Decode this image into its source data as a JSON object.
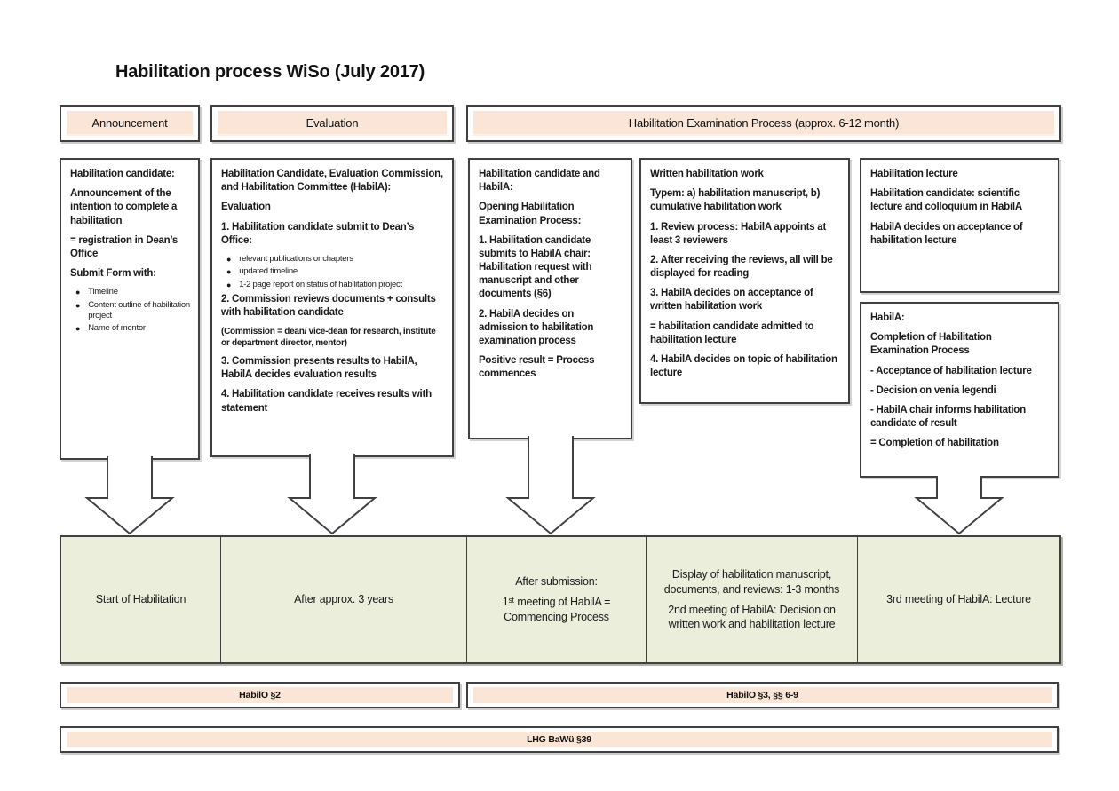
{
  "title": "Habilitation process WiSo (July 2017)",
  "colors": {
    "peach_fill": "#fbe5d6",
    "green_fill": "#eaeeda",
    "border": "#404040",
    "background": "#ffffff"
  },
  "phases": [
    {
      "label": "Announcement"
    },
    {
      "label": "Evaluation"
    },
    {
      "label": "Habilitation Examination Process (approx. 6-12 month)"
    }
  ],
  "boxes": {
    "announcement": {
      "blocks": [
        {
          "t": "b",
          "x": "Habilitation candidate:"
        },
        {
          "t": "b",
          "x": "Announcement of the intention to complete a habilitation"
        },
        {
          "t": "b",
          "x": "= registration in Dean’s Office"
        },
        {
          "t": "b",
          "x": "Submit Form with:"
        },
        {
          "t": "bullet",
          "x": "Timeline"
        },
        {
          "t": "bullet",
          "x": "Content outline of habilitation project"
        },
        {
          "t": "bullet",
          "x": "Name of mentor"
        }
      ]
    },
    "evaluation": {
      "blocks": [
        {
          "t": "b",
          "x": "Habilitation Candidate, Evaluation Commission, and Habilitation Committee (HabilA):"
        },
        {
          "t": "b",
          "x": "Evaluation"
        },
        {
          "t": "b",
          "x": "1. Habilitation candidate submit to Dean’s Office:"
        },
        {
          "t": "bullet",
          "x": "relevant publications or chapters"
        },
        {
          "t": "bullet",
          "x": "updated timeline"
        },
        {
          "t": "bullet",
          "x": "1-2 page report on status of habilitation project"
        },
        {
          "t": "b",
          "x": "2. Commission reviews documents + consults with habilitation candidate"
        },
        {
          "t": "paren",
          "x": "(Commission = dean/ vice-dean for research, institute or department director, mentor)"
        },
        {
          "t": "b",
          "x": "3. Commission presents results to HabilA, HabilA decides evaluation results"
        },
        {
          "t": "b",
          "x": "4. Habilitation candidate receives results with statement"
        }
      ]
    },
    "opening": {
      "blocks": [
        {
          "t": "b",
          "x": "Habilitation candidate and HabilA:"
        },
        {
          "t": "b",
          "x": "Opening Habilitation Examination Process:"
        },
        {
          "t": "b",
          "x": "1. Habilitation candidate submits to HabilA chair: Habilitation request with manuscript and other documents (§6)"
        },
        {
          "t": "b",
          "x": "2. HabilA decides on admission to habilitation examination process"
        },
        {
          "t": "b",
          "x": "Positive result = Process commences"
        }
      ]
    },
    "written_work": {
      "blocks": [
        {
          "t": "b",
          "x": "Written habilitation work"
        },
        {
          "t": "b",
          "x": "Typem: a) habilitation manuscript, b) cumulative habilitation work"
        },
        {
          "t": "b",
          "x": "1. Review process: HabilA appoints at least 3 reviewers"
        },
        {
          "t": "b",
          "x": "2. After receiving the reviews, all will be displayed for reading"
        },
        {
          "t": "b",
          "x": "3. HabilA decides on acceptance of written habilitation work"
        },
        {
          "t": "b",
          "x": "= habilitation candidate admitted to habilitation lecture"
        },
        {
          "t": "b",
          "x": "4. HabilA decides on topic of habilitation lecture"
        }
      ]
    },
    "lecture": {
      "blocks": [
        {
          "t": "b",
          "x": "Habilitation lecture"
        },
        {
          "t": "b",
          "x": "Habilitation candidate: scientific lecture and colloquium in HabilA"
        },
        {
          "t": "b",
          "x": "HabilA decides on acceptance of habilitation lecture"
        }
      ]
    },
    "completion": {
      "blocks": [
        {
          "t": "b",
          "x": "HabilA:"
        },
        {
          "t": "b",
          "x": "Completion of Habilitation Examination Process"
        },
        {
          "t": "b",
          "x": "- Acceptance of habilitation lecture"
        },
        {
          "t": "b",
          "x": "- Decision on venia legendi"
        },
        {
          "t": "b",
          "x": "- HabilA chair informs habilitation candidate of result"
        },
        {
          "t": "b",
          "x": "= Completion of habilitation"
        }
      ]
    }
  },
  "timeline": {
    "cells": [
      {
        "paragraphs": [
          "Start of Habilitation"
        ]
      },
      {
        "paragraphs": [
          "After approx. 3 years"
        ]
      },
      {
        "paragraphs": [
          "After submission:",
          "1ˢᵗ meeting of HabilA = Commencing Process"
        ]
      },
      {
        "paragraphs": [
          "Display of habilitation manuscript, documents, and reviews:  1-3 months",
          "2nd meeting of HabilA: Decision on written work and habilitation lecture"
        ]
      },
      {
        "paragraphs": [
          "3rd meeting of HabilA: Lecture"
        ]
      }
    ]
  },
  "legal": {
    "habilo2": "HabilO §2",
    "habilo3": "HabilO §3, §§ 6-9",
    "lhg": "LHG BaWü §39"
  }
}
